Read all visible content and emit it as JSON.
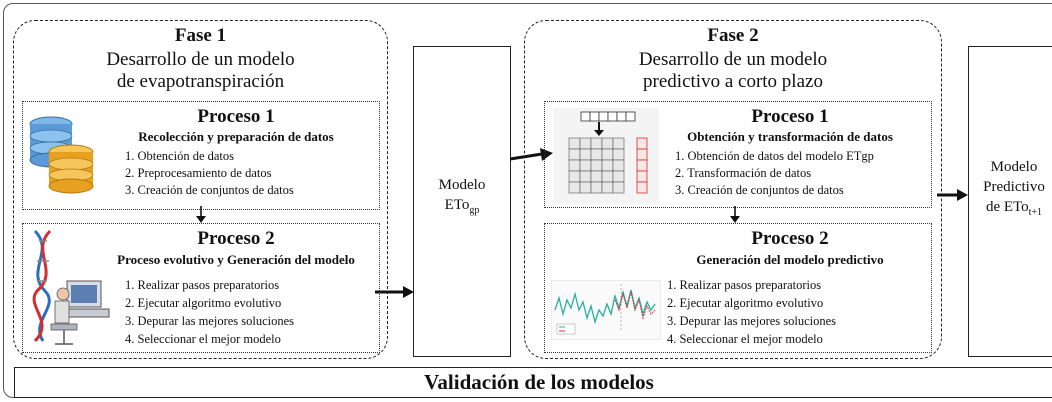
{
  "fase1": {
    "title": "Fase 1",
    "subtitle_line1": "Desarrollo de un modelo",
    "subtitle_line2": "de evapotranspiración",
    "proceso1": {
      "title": "Proceso 1",
      "subtitle": "Recolección y preparación de datos",
      "steps": [
        "1. Obtención de datos",
        "2. Preprocesamiento de datos",
        "3. Creación de conjuntos de datos"
      ]
    },
    "proceso2": {
      "title": "Proceso 2",
      "subtitle": "Proceso evolutivo y Generación del modelo",
      "steps": [
        "1. Realizar pasos preparatorios",
        "2. Ejecutar algoritmo evolutivo",
        "3. Depurar las mejores soluciones",
        "4. Seleccionar el mejor modelo"
      ]
    }
  },
  "modelo_eto": {
    "line1": "Modelo",
    "line2": "ETo",
    "sub": "gp"
  },
  "fase2": {
    "title": "Fase 2",
    "subtitle_line1": "Desarrollo de un modelo",
    "subtitle_line2": "predictivo a corto plazo",
    "proceso1": {
      "title": "Proceso 1",
      "subtitle": "Obtención y transformación de datos",
      "steps": [
        "1. Obtención de datos del modelo  ETgp",
        "2. Transformación de datos",
        "3. Creación de conjuntos de datos"
      ]
    },
    "proceso2": {
      "title": "Proceso 2",
      "subtitle": "Generación del modelo predictivo",
      "steps": [
        "1. Realizar pasos preparatorios",
        "2. Ejecutar algoritmo evolutivo",
        "3. Depurar las mejores soluciones",
        "4. Seleccionar el mejor modelo"
      ]
    }
  },
  "modelo_predictivo": {
    "line1": "Modelo",
    "line2": "Predictivo",
    "line3": "de ETo",
    "sub": "t+1"
  },
  "validacion": "Validación de los modelos",
  "icons": [
    "database-icon",
    "dna-computer-icon",
    "grid-transform-icon",
    "timeseries-chart-icon"
  ]
}
